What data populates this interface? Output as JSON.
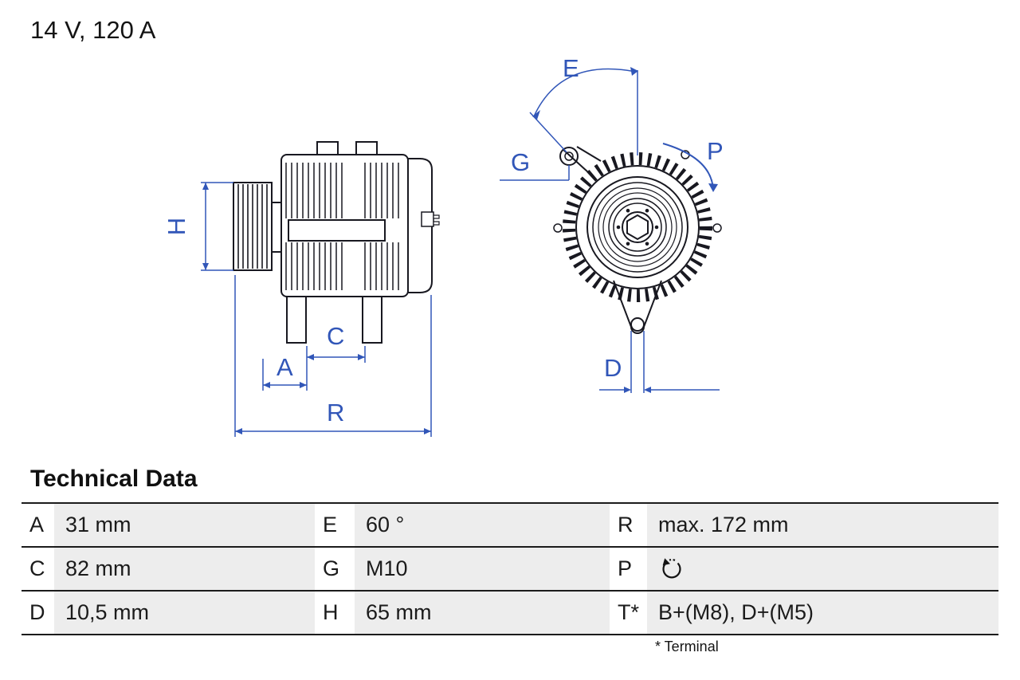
{
  "page": {
    "title": "14 V, 120 A",
    "heading": "Technical Data",
    "footnote": "* Terminal"
  },
  "drawing": {
    "labels": {
      "H": "H",
      "A": "A",
      "C": "C",
      "R": "R",
      "E": "E",
      "G": "G",
      "P": "P",
      "D": "D"
    },
    "colors": {
      "line": "#181820",
      "dimension": "#3156b8"
    }
  },
  "table": {
    "rows": [
      {
        "c1": {
          "key": "A",
          "value": "31 mm"
        },
        "c2": {
          "key": "E",
          "value": "60 °"
        },
        "c3": {
          "key": "R",
          "value": "max. 172 mm"
        }
      },
      {
        "c1": {
          "key": "C",
          "value": "82 mm"
        },
        "c2": {
          "key": "G",
          "value": "M10"
        },
        "c3": {
          "key": "P",
          "value": "",
          "icon": "counterclockwise-rotation-icon"
        }
      },
      {
        "c1": {
          "key": "D",
          "value": "10,5 mm"
        },
        "c2": {
          "key": "H",
          "value": "65 mm"
        },
        "c3": {
          "key": "T*",
          "value": "B+(M8), D+(M5)"
        }
      }
    ]
  }
}
